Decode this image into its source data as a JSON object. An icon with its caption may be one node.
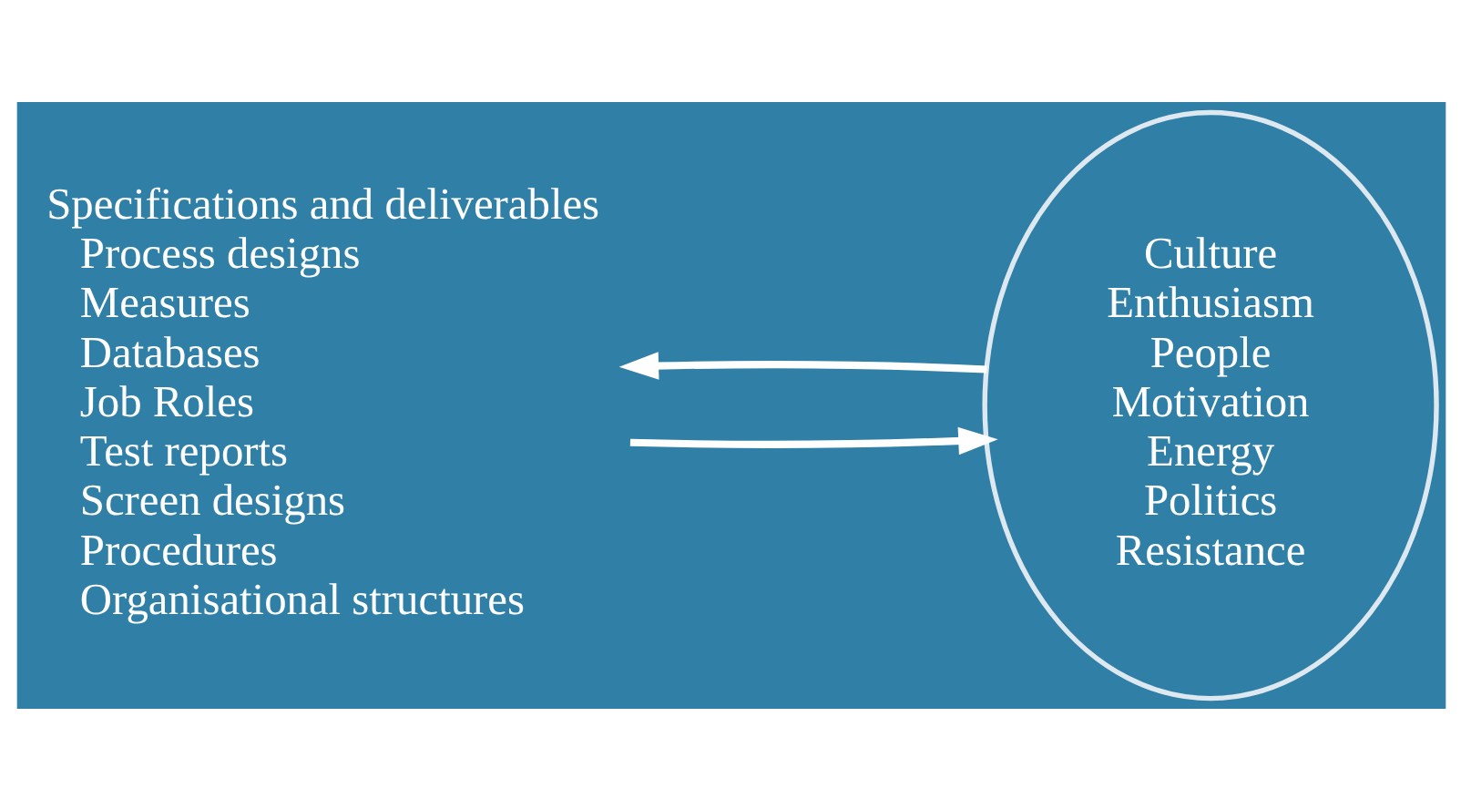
{
  "diagram": {
    "nodes": [
      {
        "text": [
          "Specifications and deliverables",
          "Process designs",
          "Measures",
          "Databases",
          "Job Roles",
          "Test reports",
          "Screen designs",
          "Procedures",
          "Organisational structures"
        ]
      },
      {
        "text": [
          "Culture",
          "Enthusiasm",
          "People",
          "Motivation",
          "Energy",
          "Politics",
          "Resistance"
        ]
      }
    ],
    "edges": [
      {
        "from": 1,
        "to": 0,
        "arrow": "to"
      },
      {
        "from": 0,
        "to": 1,
        "arrow": "to"
      }
    ]
  }
}
